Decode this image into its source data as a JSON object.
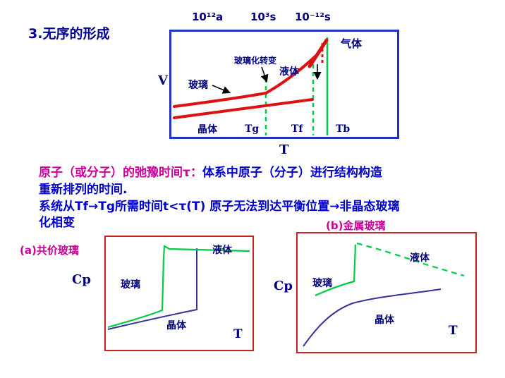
{
  "slide": {
    "title": "3.无序的形成"
  },
  "vt": {
    "time_labels": [
      "10¹²a",
      "10³s",
      "10⁻¹²s"
    ],
    "y_axis": "V",
    "x_axis": "T",
    "gas": "气体",
    "liquid": "液体",
    "glass": "玻璃",
    "crystal": "晶体",
    "transition": "玻璃化转变",
    "ticks": [
      "Tg",
      "Tf",
      "Tb"
    ]
  },
  "paragraph": {
    "relax_label": "原子（或分子）的弛豫时间τ：",
    "relax_text": "体系中原子（分子）进行结构构造",
    "line2": "重新排列的时间.",
    "line3": "系统从Tf→Tg所需时间t<τ(T)  原子无法到达平衡位置→非晶态玻璃",
    "line4": "化相变"
  },
  "cp_left": {
    "caption": "(a)共价玻璃",
    "y_axis": "Cp",
    "x_axis": "T",
    "liquid": "液体",
    "glass": "玻璃",
    "crystal": "晶体"
  },
  "cp_right": {
    "caption": "(b)金属玻璃",
    "y_axis": "Cp",
    "x_axis": "T",
    "liquid": "液体",
    "glass": "玻璃",
    "crystal": "晶体"
  },
  "colors": {
    "title_blue": "#000099",
    "label_navy": "#000080",
    "text_blue": "#0000cc",
    "magenta": "#cc0099",
    "curve_red": "#dd1111",
    "green": "#00cc44",
    "curve_blue": "#333399",
    "vt_box_border": "#2233c4",
    "cp_box_border": "#cc2222"
  }
}
